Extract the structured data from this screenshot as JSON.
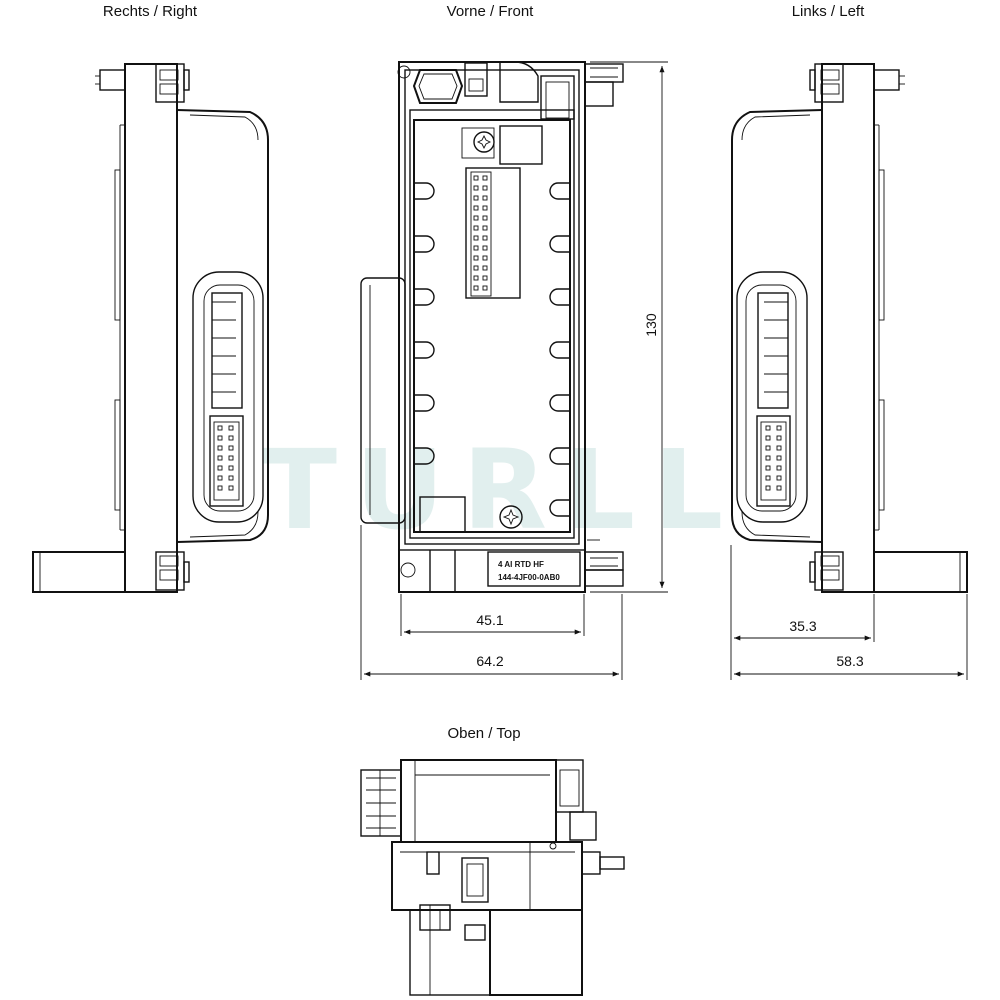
{
  "views": {
    "right": "Rechts / Right",
    "front": "Vorne / Front",
    "left": "Links / Left",
    "top": "Oben / Top"
  },
  "dimensions": {
    "height": "130",
    "inner_width": "45.1",
    "outer_width": "64.2",
    "left_inner": "35.3",
    "left_outer": "58.3"
  },
  "module_label": {
    "line1": "4 AI RTD HF",
    "line2": "144-4JF00-0AB0"
  },
  "watermark": "TURLL"
}
